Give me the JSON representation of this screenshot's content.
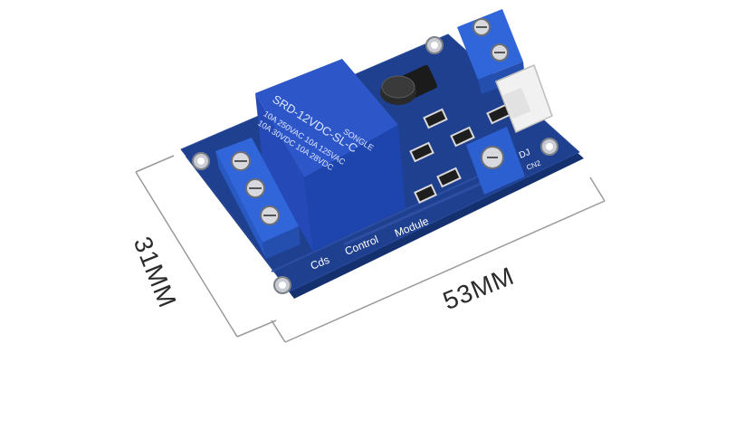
{
  "product": {
    "board_text": {
      "silk_label_1": "Cds",
      "silk_label_2": "Control",
      "silk_label_3": "Module",
      "pin_label_dj": "DJ",
      "pin_label_cn2": "CN2"
    },
    "relay": {
      "brand": "SONGLE",
      "model": "SRD-12VDC-SL-C",
      "rating_1": "10A 250VAC 10A 125VAC",
      "rating_2": "10A 30VDC 10A 28VDC"
    }
  },
  "dimensions": {
    "height_label": "31MM",
    "width_label": "53MM"
  },
  "colors": {
    "pcb": "#1f3f8f",
    "pcb_edge": "#15306e",
    "terminal": "#2f5fd0",
    "relay": "#2d56c8",
    "dimension_line": "#9a9a9a"
  }
}
